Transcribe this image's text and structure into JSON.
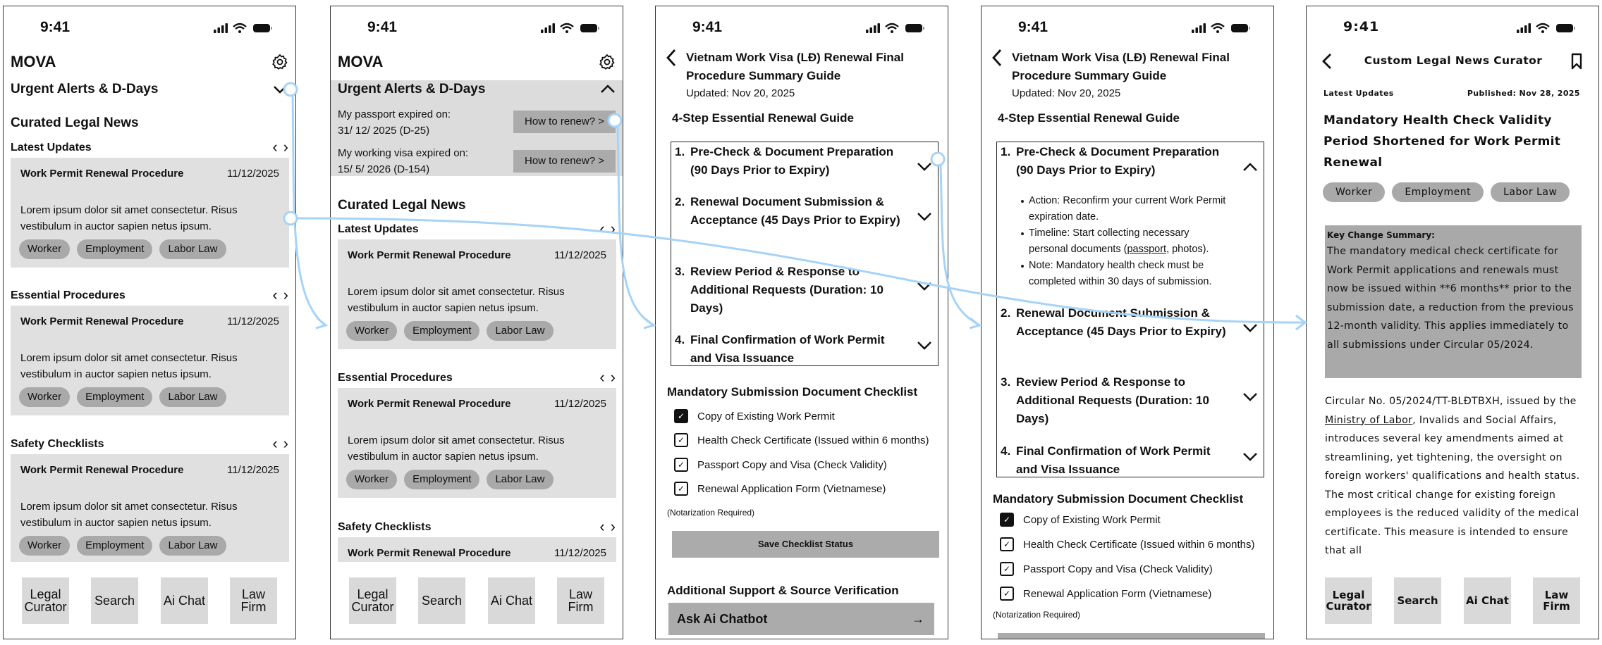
{
  "status_bar": {
    "time": "9:41"
  },
  "home": {
    "app_title": "MOVA",
    "urgent_title": "Urgent Alerts & D-Days",
    "alerts": [
      {
        "label": "My passport expired on:",
        "date": "31/ 12/ 2025 (D-25)",
        "button": "How to renew? >"
      },
      {
        "label": "My working visa expired on:",
        "date": "15/ 5/ 2026 (D-154)",
        "button": "How to renew? >"
      }
    ],
    "news_title": "Curated Legal News",
    "sections": [
      {
        "title": "Latest Updates",
        "card": {
          "title": "Work Permit Renewal Procedure",
          "date": "11/12/2025",
          "body": "Lorem ipsum dolor sit amet consectetur. Risus vestibulum in auctor sapien netus ipsum.",
          "tags": [
            "Worker",
            "Employment",
            "Labor Law"
          ]
        }
      },
      {
        "title": "Essential Procedures",
        "card": {
          "title": "Work Permit Renewal Procedure",
          "date": "11/12/2025",
          "body": "Lorem ipsum dolor sit amet consectetur. Risus vestibulum in auctor sapien netus ipsum.",
          "tags": [
            "Worker",
            "Employment",
            "Labor Law"
          ]
        }
      },
      {
        "title": "Safety Checklists",
        "card": {
          "title": "Work Permit Renewal Procedure",
          "date": "11/12/2025",
          "body": "Lorem ipsum dolor sit amet consectetur. Risus vestibulum in auctor sapien netus ipsum.",
          "tags": [
            "Worker",
            "Employment",
            "Labor Law"
          ]
        }
      }
    ]
  },
  "nav": [
    "Legal Curator",
    "Search",
    "Ai Chat",
    "Law Firm"
  ],
  "guide": {
    "title": "Vietnam Work Visa (LĐ) Renewal Final Procedure Summary Guide",
    "updated": "Updated: Nov 20, 2025",
    "steps_heading": "4-Step Essential Renewal Guide",
    "steps": [
      {
        "num": "1.",
        "text": "Pre-Check & Document Preparation (90 Days Prior to Expiry)"
      },
      {
        "num": "2.",
        "text": "Renewal Document Submission & Acceptance (45 Days Prior to Expiry)"
      },
      {
        "num": "3.",
        "text": "Review Period & Response to Additional Requests (Duration: 10 Days)"
      },
      {
        "num": "4.",
        "text": "Final Confirmation of Work Permit and Visa Issuance"
      }
    ],
    "step1_details": {
      "action": "Action: Reconfirm your current Work Permit expiration date.",
      "timeline_pre": "Timeline: Start collecting necessary personal documents (",
      "timeline_link": "passport",
      "timeline_post": ", photos).",
      "note": "Note: Mandatory health check must be completed within 30 days of submission."
    },
    "checklist_heading": "Mandatory Submission Document Checklist",
    "checklist": [
      {
        "label": "Copy of Existing Work Permit",
        "checked": true
      },
      {
        "label": "Health Check Certificate (Issued within 6 months)",
        "checked": false
      },
      {
        "label": "Passport Copy and Visa (Check Validity)",
        "checked": false
      },
      {
        "label": "Renewal Application Form (Vietnamese)",
        "checked": false
      }
    ],
    "check_mark": "✓",
    "notarization": "(Notarization Required)",
    "save_button": "Save Checklist Status",
    "support_heading": "Additional Support & Source Verification",
    "chatbot_button": "Ask Ai Chatbot",
    "chatbot_arrow": "→"
  },
  "article": {
    "header_title": "Custom Legal News Curator",
    "section_label": "Latest Updates",
    "published": "Published: Nov 28, 2025",
    "headline": "Mandatory Health Check Validity Period Shortened for Work Permit Renewal",
    "tags": [
      "Worker",
      "Employment",
      "Labor Law"
    ],
    "summary_label": "Key Change Summary:",
    "summary": "The mandatory medical check certificate for Work Permit applications and renewals must now be issued within **6 months** prior to the submission date, a reduction from the previous 12-month validity. This applies immediately to all submissions under Circular 05/2024.",
    "body_pre": "Circular No. 05/2024/TT-BLĐTBXH, issued by the ",
    "body_link": "Ministry of Labor",
    "body_post": ", Invalids and Social Affairs, introduces several key amendments aimed at streamlining, yet tightening, the oversight on foreign workers' qualifications and health status. The most critical change for existing foreign employees is the reduced validity of the medical certificate. This measure is intended to ensure that all"
  },
  "colors": {
    "connector": "#a6d3f7",
    "card_bg": "#e0e0e0",
    "tag_bg": "#a9a9a9"
  }
}
